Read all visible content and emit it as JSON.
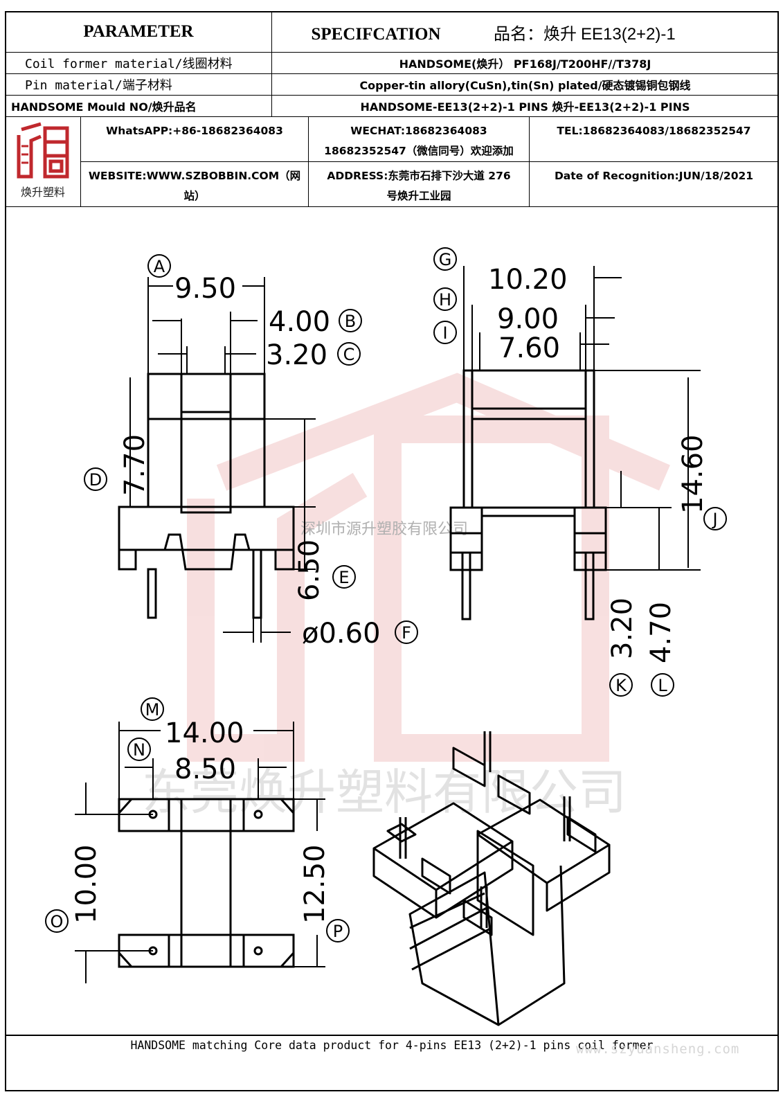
{
  "header": {
    "parameter": "PARAMETER",
    "specification": "SPECIFCATION",
    "product_name_label": "品名：焕升",
    "product_code": "EE13(2+2)-1"
  },
  "rows": [
    {
      "label": "Coil former material/线圈材料",
      "value": "HANDSOME(焕升）  PF168J/T200HF//T378J"
    },
    {
      "label": "Pin material/端子材料",
      "value": "Copper-tin allory(CuSn),tin(Sn) plated/硬态镀锡铜包钢线"
    },
    {
      "label": "HANDSOME Mould NO/焕升品名",
      "value": "HANDSOME-EE13(2+2)-1 PINS    焕升-EE13(2+2)-1 PINS"
    }
  ],
  "contact": {
    "logo_text": "焕升塑料",
    "whatsapp": "WhatsAPP:+86-18682364083",
    "wechat_line1": "WECHAT:18682364083",
    "wechat_line2": "18682352547（微信同号）欢迎添加",
    "tel": "TEL:18682364083/18682352547",
    "website_line1": "WEBSITE:WWW.SZBOBBIN.COM（网",
    "website_line2": "站）",
    "address_line1": "ADDRESS:东莞市石排下沙大道 276",
    "address_line2": "号焕升工业园",
    "date": "Date of Recognition:JUN/18/2021"
  },
  "drawing": {
    "watermark1": "深圳市源升塑胶有限公司",
    "watermark2": "东莞焕升塑料有限公司",
    "dims": {
      "A": {
        "label": "A",
        "value": "9.50"
      },
      "B": {
        "label": "B",
        "value": "4.00"
      },
      "C": {
        "label": "C",
        "value": "3.20"
      },
      "D": {
        "label": "D",
        "value": "7.70"
      },
      "E": {
        "label": "E",
        "value": "6.50"
      },
      "F": {
        "label": "F",
        "value": "ø0.60"
      },
      "G": {
        "label": "G",
        "value": "10.20"
      },
      "H": {
        "label": "H",
        "value": "9.00"
      },
      "I": {
        "label": "I",
        "value": "7.60"
      },
      "J": {
        "label": "J",
        "value": "14.60"
      },
      "K": {
        "label": "K",
        "value": "3.20"
      },
      "L": {
        "label": "L",
        "value": "4.70"
      },
      "M": {
        "label": "M",
        "value": "14.00"
      },
      "N": {
        "label": "N",
        "value": "8.50"
      },
      "O": {
        "label": "O",
        "value": "10.00"
      },
      "P": {
        "label": "P",
        "value": "12.50"
      }
    }
  },
  "footer": {
    "text": "HANDSOME matching Core data  product for 4-pins EE13 (2+2)-1 pins coil former",
    "watermark": "www.szyuansheng.com"
  },
  "colors": {
    "border": "#000000",
    "watermark_red": "#e8a9a9",
    "logo_red": "#c0282d"
  }
}
